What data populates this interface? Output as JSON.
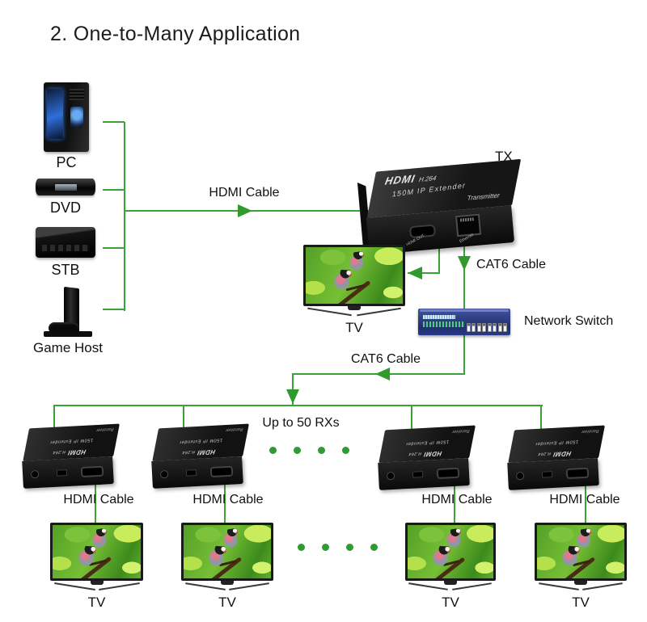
{
  "title": "2. One-to-Many Application",
  "sources": {
    "pc": "PC",
    "dvd": "DVD",
    "stb": "STB",
    "game_host": "Game Host"
  },
  "cables": {
    "hdmi": "HDMI Cable",
    "cat6": "CAT6 Cable"
  },
  "transmitter": {
    "tag": "TX",
    "brand": "HDMI",
    "codec": "H.264",
    "model": "150M IP Extender",
    "role": "Transmitter",
    "hdmi_port_label": "HDMI OUT",
    "ethernet_port_label": "Ethernet"
  },
  "receiver": {
    "brand": "HDMI",
    "codec": "H.264",
    "model": "150M IP Extender",
    "role": "Receiver"
  },
  "network_switch": "Network Switch",
  "rx_note": "Up to 50 RXs",
  "tv_label": "TV",
  "colors": {
    "line_green": "#3aa335",
    "arrow_green": "#2f9b2f",
    "switch_blue": "#2c3f8e",
    "dot_green": "#2f9b33"
  }
}
